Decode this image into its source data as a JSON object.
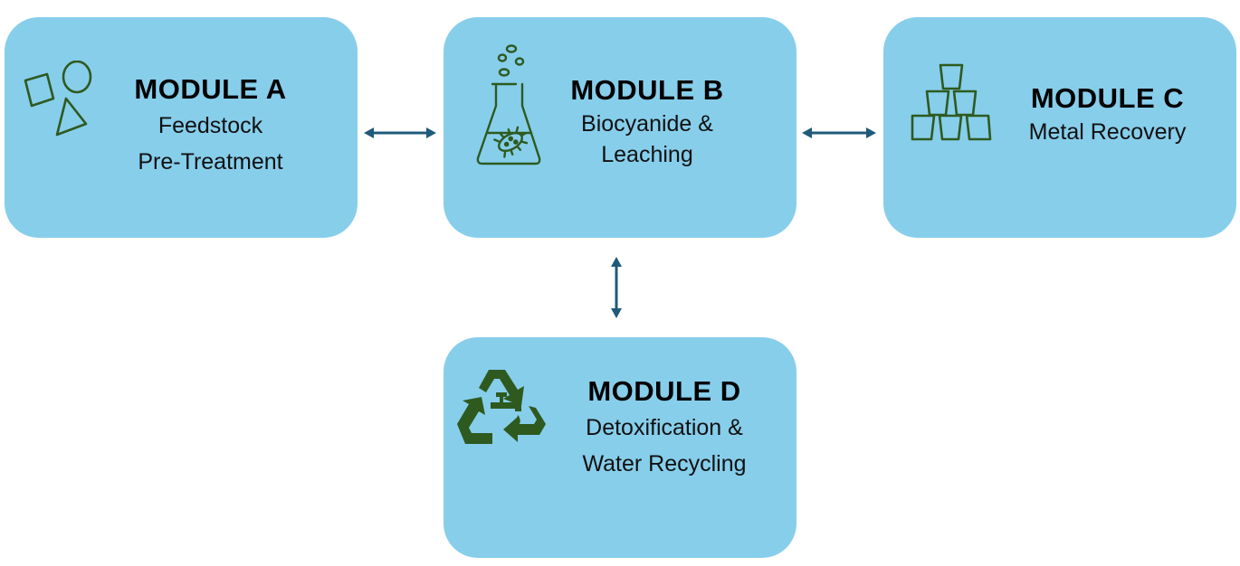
{
  "modules": {
    "a": {
      "title": "MODULE A",
      "line1": "Feedstock",
      "line2": "Pre-Treatment",
      "icon": "shapes-icon"
    },
    "b": {
      "title": "MODULE B",
      "line1": "Biocyanide &",
      "line2": "Leaching",
      "icon": "flask-bacteria-icon"
    },
    "c": {
      "title": "MODULE C",
      "line1": "Metal Recovery",
      "icon": "stacked-ingots-icon"
    },
    "d": {
      "title": "MODULE D",
      "line1": "Detoxification &",
      "line2": "Water Recycling",
      "icon": "recycle-tap-icon"
    }
  },
  "colors": {
    "box_fill": "#87ceeb",
    "icon_stroke": "#2e5a1f",
    "arrow": "#1f5a7a"
  }
}
